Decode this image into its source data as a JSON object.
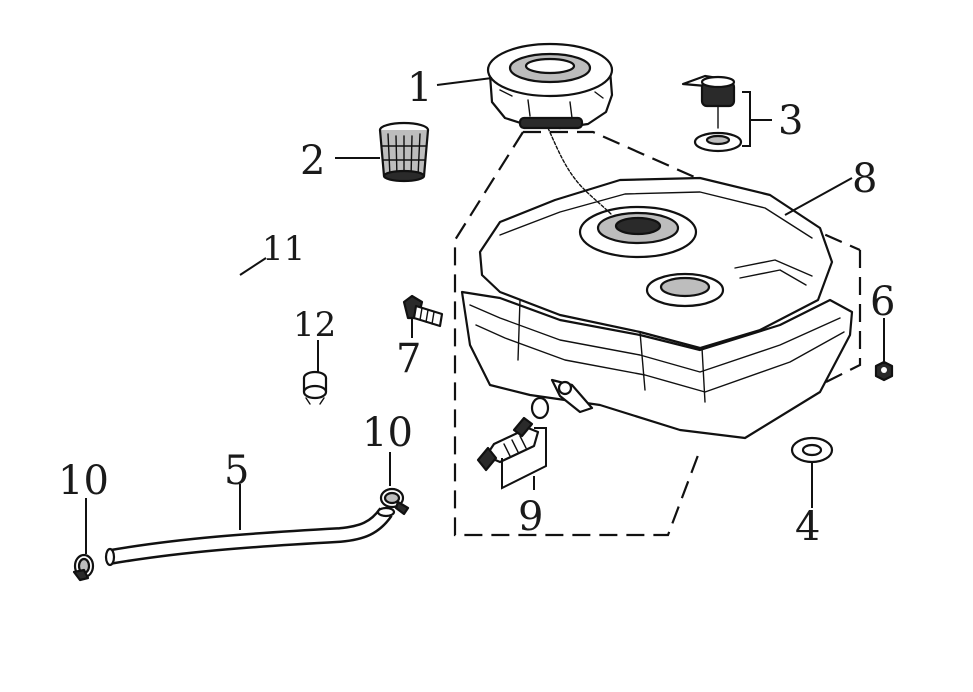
{
  "parts": [
    {
      "id": "fuel-cap",
      "label": "1"
    },
    {
      "id": "strainer",
      "label": "2"
    },
    {
      "id": "fuel-gauge",
      "label": "3"
    },
    {
      "id": "washer",
      "label": "4"
    },
    {
      "id": "fuel-hose",
      "label": "5"
    },
    {
      "id": "nut",
      "label": "6"
    },
    {
      "id": "bolt",
      "label": "7"
    },
    {
      "id": "fuel-tank",
      "label": "8"
    },
    {
      "id": "fuel-cock",
      "label": "9"
    },
    {
      "id": "hose-clamp-left",
      "label": "10"
    },
    {
      "id": "hose-clamp-right",
      "label": "10"
    },
    {
      "id": "breather-tube",
      "label": "11"
    },
    {
      "id": "clip",
      "label": "12"
    }
  ]
}
